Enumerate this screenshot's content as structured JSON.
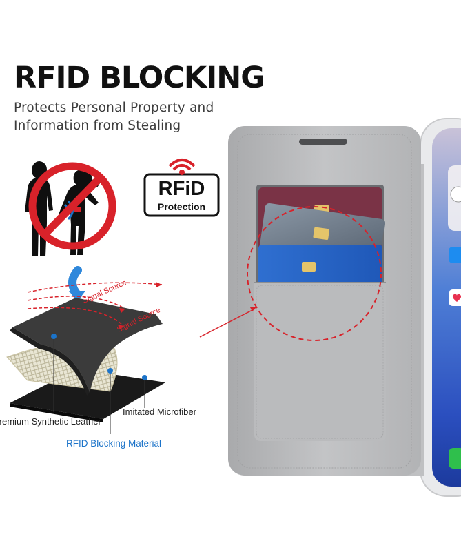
{
  "headline": "RFID BLOCKING",
  "subtitle": {
    "line1": "Protects Personal Property and",
    "line2": "Information from Stealing"
  },
  "badge": {
    "main": "RFiD",
    "sub": "Protection",
    "icon": "wifi-signal-icon"
  },
  "layers": {
    "signal_1": "Signal Source",
    "signal_2": "Signal Source",
    "leather": "Premium Synthetic Leather",
    "microfiber": "Imitated Microfiber",
    "blocking": "RFID Blocking Material"
  },
  "colors": {
    "accent_red": "#d8222a",
    "accent_blue": "#1b73c9",
    "case_gray": "#b9babc"
  }
}
